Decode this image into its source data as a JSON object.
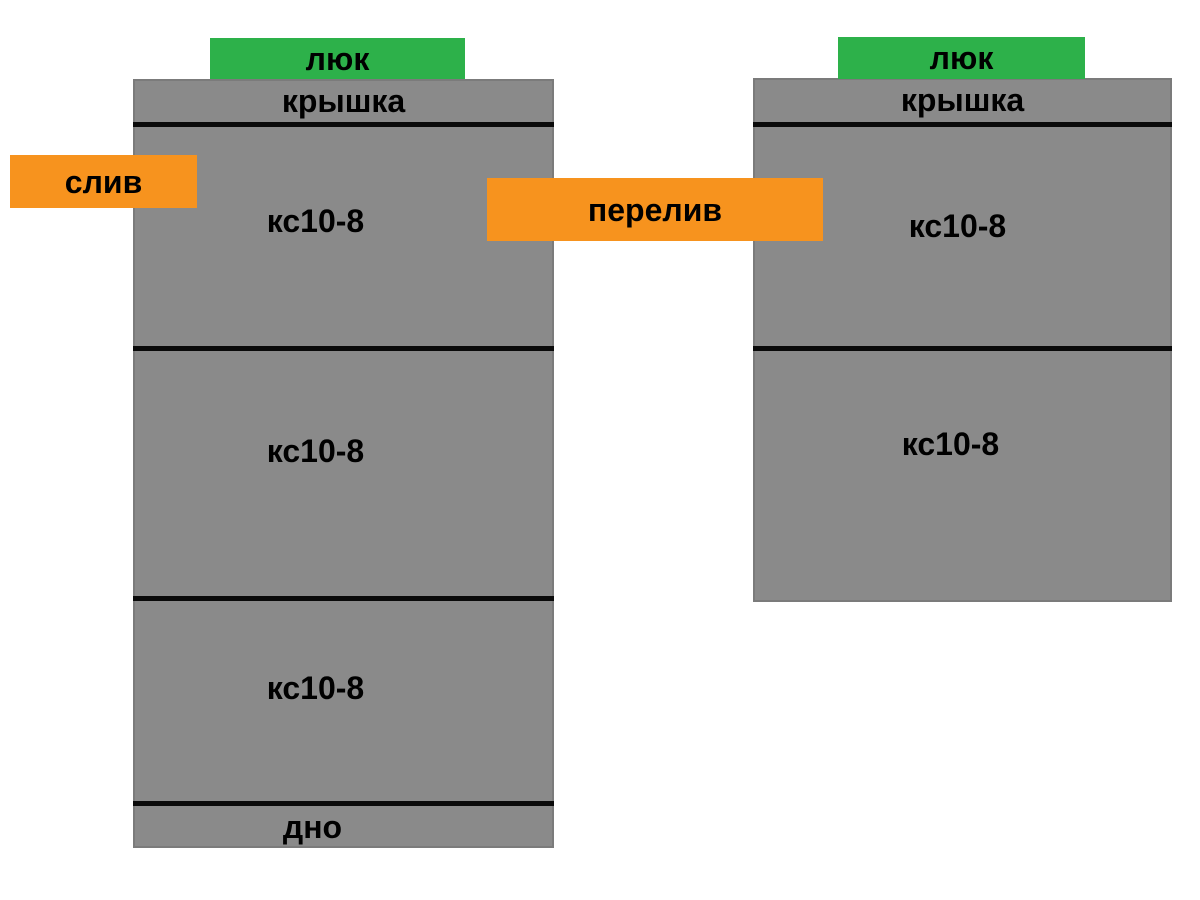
{
  "labels": {
    "hatch": "люк",
    "cover": "крышка",
    "ring": "кс10-8",
    "bottom": "дно",
    "drain": "слив",
    "overflow": "перелив"
  },
  "tanks": [
    {
      "name": "left-tank",
      "sections": [
        "крышка",
        "кс10-8",
        "кс10-8",
        "кс10-8",
        "дно"
      ]
    },
    {
      "name": "right-tank",
      "sections": [
        "крышка",
        "кс10-8",
        "кс10-8"
      ]
    }
  ],
  "colors": {
    "ring_gray": "#8a8a8a",
    "tank_border_gray": "#7b7b7b",
    "hatch_green": "#2db14a",
    "pipe_orange": "#f7931e",
    "separator_black": "#0a0a0a",
    "background": "#ffffff",
    "text": "#000000"
  }
}
